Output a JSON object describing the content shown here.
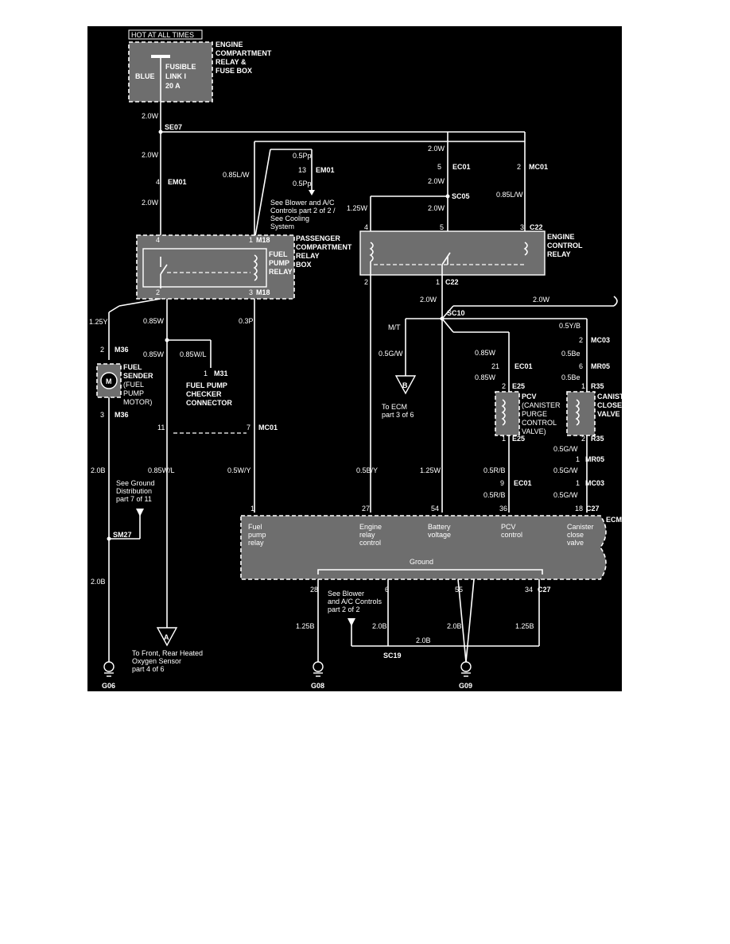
{
  "power": {
    "hot": "HOT AT ALL TIMES",
    "box_name": [
      "ENGINE",
      "COMPARTMENT",
      "RELAY &",
      "FUSE BOX"
    ],
    "fuse_l1": "FUSIBLE",
    "fuse_blue": "BLUE",
    "fuse_l2": "LINK I",
    "fuse_rating": "20 A"
  },
  "passenger_box": {
    "name": [
      "PASSENGER",
      "COMPARTMENT",
      "RELAY",
      "BOX"
    ],
    "relay": [
      "FUEL",
      "PUMP",
      "RELAY"
    ]
  },
  "engine_relay": {
    "name": [
      "ENGINE",
      "CONTROL",
      "RELAY"
    ]
  },
  "blower_note": [
    "See Blower and A/C",
    "Controls part 2 of 2 /",
    "See Cooling",
    "System"
  ],
  "fuel_sender": {
    "label": [
      "FUEL",
      "SENDER",
      "(FUEL",
      "PUMP",
      "MOTOR)"
    ],
    "motor": "M"
  },
  "checker": [
    "FUEL PUMP",
    "CHECKER",
    "CONNECTOR"
  ],
  "pcv": [
    "PCV",
    "(CANISTER",
    "PURGE",
    "CONTROL",
    "VALVE)"
  ],
  "canister": [
    "CANISTER",
    "CLOSE",
    "VALVE"
  ],
  "ecm": {
    "name": "ECM",
    "pins": [
      {
        "lines": [
          "Fuel",
          "pump",
          "relay"
        ],
        "num": "1"
      },
      {
        "lines": [
          "Engine",
          "relay",
          "control"
        ],
        "num": "27"
      },
      {
        "lines": [
          "Battery",
          "voltage"
        ],
        "num": "54"
      },
      {
        "lines": [
          "PCV",
          "control"
        ],
        "num": "36"
      },
      {
        "lines": [
          "Canister",
          "close",
          "valve"
        ],
        "num": "18"
      }
    ],
    "ground": "Ground",
    "c27": "C27",
    "gnd_pins": [
      "28",
      "6",
      "55",
      "34"
    ],
    "gnd_c27": "C27"
  },
  "ground_note": [
    "See Ground",
    "Distribution",
    "part 7 of 11"
  ],
  "blower_note2": [
    "See Blower",
    "and A/C Controls",
    "part 2 of 2"
  ],
  "to_front": [
    "To Front, Rear Heated",
    "Oxygen Sensor",
    "part 4 of 6"
  ],
  "to_ecm": [
    "To ECM",
    "part 3 of 6"
  ],
  "grounds": [
    "G06",
    "G08",
    "G09"
  ],
  "splices": [
    "SE07",
    "SC05",
    "SC10",
    "SM27",
    "SC19"
  ],
  "conn": {
    "em01": "EM01",
    "em01b": "EM01",
    "em01b_num": "13",
    "m18": "M18",
    "m18b": "M18",
    "ec01": "EC01",
    "mc01": "MC01",
    "c22": "C22",
    "c22b": "C22",
    "m36": "M36",
    "m36b": "M36",
    "m31": "M31",
    "mc01b": "MC01",
    "ec01b": "EC01",
    "e25": "E25",
    "e25b": "E25",
    "ec01c": "EC01",
    "mc03": "MC03",
    "mr05": "MR05",
    "r35": "R35",
    "r35b": "R35",
    "mr05b": "MR05",
    "mc03b": "MC03"
  },
  "pins": {
    "p4": "4",
    "p5": "5",
    "p2": "2",
    "p1": "1",
    "p3": "3",
    "p11": "11",
    "p7": "7",
    "p21": "21",
    "p6": "6",
    "p9": "9"
  },
  "arrows": [
    "A",
    "B"
  ],
  "wires": {
    "w20_a": "2.0W",
    "w20_b": "2.0W",
    "w20_c": "2.0W",
    "w20_d": "2.0W",
    "w20_e": "2.0W",
    "w20_f": "2.0W",
    "w20_g": "2.0W",
    "w20_h": "2.0W",
    "w085lw": "0.85L/W",
    "w085lw2": "0.85L/W",
    "w05pp": "0.5Pp",
    "w05pp2": "0.5Pp",
    "w125w": "1.25W",
    "w125w2": "1.25W",
    "w125y": "1.25Y",
    "w085w": "0.85W",
    "w085w2": "0.85W",
    "w085wl": "0.85W/L",
    "w085wl2": "0.85W/L",
    "w03p": "0.3P",
    "w05wy": "0.5W/Y",
    "w20b": "2.0B",
    "w20b2": "2.0B",
    "w20b3": "2.0B",
    "w20b4": "2.0B",
    "w20b5": "2.0B",
    "w125b": "1.25B",
    "w125b2": "1.25B",
    "mt": "M/T",
    "w05gw": "0.5G/W",
    "w05by": "0.5B/Y",
    "w085w_pcv1": "0.85W",
    "w085w_pcv2": "0.85W",
    "w05rb": "0.5R/B",
    "w05rb2": "0.5R/B",
    "w05yb": "0.5Y/B",
    "w05be": "0.5Be",
    "w05be2": "0.5Be",
    "w05gw_c1": "0.5G/W",
    "w05gw_c2": "0.5G/W",
    "w05gw_c3": "0.5G/W"
  }
}
